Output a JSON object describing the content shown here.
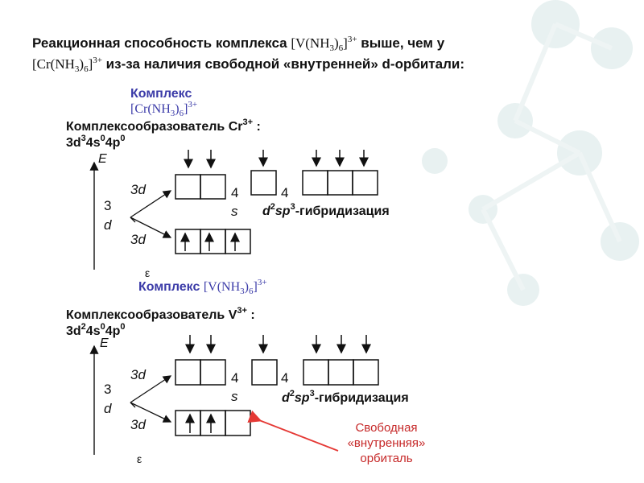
{
  "title": {
    "line1_pre": "Реакционная способность комплекса ",
    "line1_formula": "[V(NH",
    "line1_sub": "3",
    "line1_formula2": ")",
    "line1_sub2": "6",
    "line1_formula3": "]",
    "line1_sup": "3+",
    "line1_post": " выше, чем у",
    "line2_formula": "[Cr(NH",
    "line2_sub": "3",
    "line2_formula2": ")",
    "line2_sub2": "6",
    "line2_formula3": "]",
    "line2_sup": "3+",
    "line2_post": " из-за наличия свободной «внутренней» d-орбитали:"
  },
  "cr_block": {
    "complex_label": "Комплекс",
    "complex_formula": "[Cr(NH",
    "complex_sub": "3",
    "complex_formula2": ")",
    "complex_sub2": "6",
    "complex_formula3": "]",
    "complex_sup": "3+",
    "former_label": "Комплексообразователь Cr",
    "former_sup": "3+",
    "former_colon": " :",
    "config_3d": "3d",
    "config_3d_sup": "3",
    "config_4s": "4s",
    "config_4s_sup": "0",
    "config_4p": "4p",
    "config_4p_sup": "0",
    "axis_e": "E",
    "label_3d_upper": "3d",
    "label_3d_lower": "3d",
    "label_3": "3",
    "label_d": "d",
    "label_4_s": "4",
    "label_s": "s",
    "label_4_p": "4",
    "hyb_d": "d",
    "hyb_d_sup": "2",
    "hyb_sp": "sp",
    "hyb_sp_sup": "3",
    "hyb_text": "-гибридизация",
    "epsilon": "ε"
  },
  "v_block": {
    "complex_label": "Комплекс ",
    "complex_formula": "[V(NH",
    "complex_sub": "3",
    "complex_formula2": ")",
    "complex_sub2": "6",
    "complex_formula3": "]",
    "complex_sup": "3+",
    "former_label": "Комплексообразователь V",
    "former_sup": "3+",
    "former_colon": " :",
    "config_3d": "3d",
    "config_3d_sup": "2",
    "config_4s": "4s",
    "config_4s_sup": "0",
    "config_4p": "4p",
    "config_4p_sup": "0",
    "axis_e": "E",
    "label_3d_upper": "3d",
    "label_3d_lower": "3d",
    "label_3": "3",
    "label_d": "d",
    "label_4_s": "4",
    "label_s": "s",
    "label_4_p": "4",
    "hyb_d": "d",
    "hyb_d_sup": "2",
    "hyb_sp": "sp",
    "hyb_sp_sup": "3",
    "hyb_text": "-гибридизация",
    "epsilon": "ε"
  },
  "annotation": {
    "text": "Свободная «внутренняя» орбиталь"
  },
  "colors": {
    "complex_label": "#3b3ba8",
    "annotation": "#c62828",
    "arrow": "#e53935"
  }
}
